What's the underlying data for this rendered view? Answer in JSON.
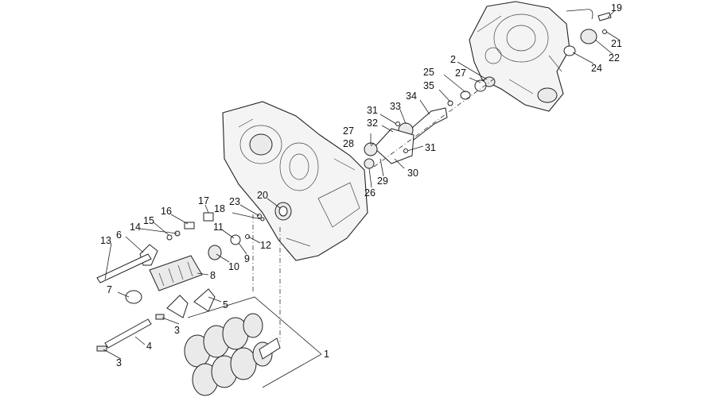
{
  "callouts": [
    {
      "id": "c19",
      "text": "19"
    },
    {
      "id": "c21",
      "text": "21"
    },
    {
      "id": "c22",
      "text": "22"
    },
    {
      "id": "c24",
      "text": "24"
    },
    {
      "id": "c2",
      "text": "2"
    },
    {
      "id": "c25",
      "text": "25"
    },
    {
      "id": "c27a",
      "text": "27"
    },
    {
      "id": "c35",
      "text": "35"
    },
    {
      "id": "c34",
      "text": "34"
    },
    {
      "id": "c33",
      "text": "33"
    },
    {
      "id": "c31a",
      "text": "31"
    },
    {
      "id": "c32",
      "text": "32"
    },
    {
      "id": "c27b",
      "text": "27"
    },
    {
      "id": "c28",
      "text": "28"
    },
    {
      "id": "c31b",
      "text": "31"
    },
    {
      "id": "c30",
      "text": "30"
    },
    {
      "id": "c29",
      "text": "29"
    },
    {
      "id": "c26",
      "text": "26"
    },
    {
      "id": "c23",
      "text": "23"
    },
    {
      "id": "c20",
      "text": "20"
    },
    {
      "id": "c17",
      "text": "17"
    },
    {
      "id": "c18",
      "text": "18"
    },
    {
      "id": "c16",
      "text": "16"
    },
    {
      "id": "c15",
      "text": "15"
    },
    {
      "id": "c14",
      "text": "14"
    },
    {
      "id": "c13",
      "text": "13"
    },
    {
      "id": "c6",
      "text": "6"
    },
    {
      "id": "c11",
      "text": "11"
    },
    {
      "id": "c12",
      "text": "12"
    },
    {
      "id": "c9",
      "text": "9"
    },
    {
      "id": "c10",
      "text": "10"
    },
    {
      "id": "c8",
      "text": "8"
    },
    {
      "id": "c7",
      "text": "7"
    },
    {
      "id": "c5",
      "text": "5"
    },
    {
      "id": "c3a",
      "text": "3"
    },
    {
      "id": "c4",
      "text": "4"
    },
    {
      "id": "c3b",
      "text": "3"
    },
    {
      "id": "c1",
      "text": "1"
    }
  ]
}
